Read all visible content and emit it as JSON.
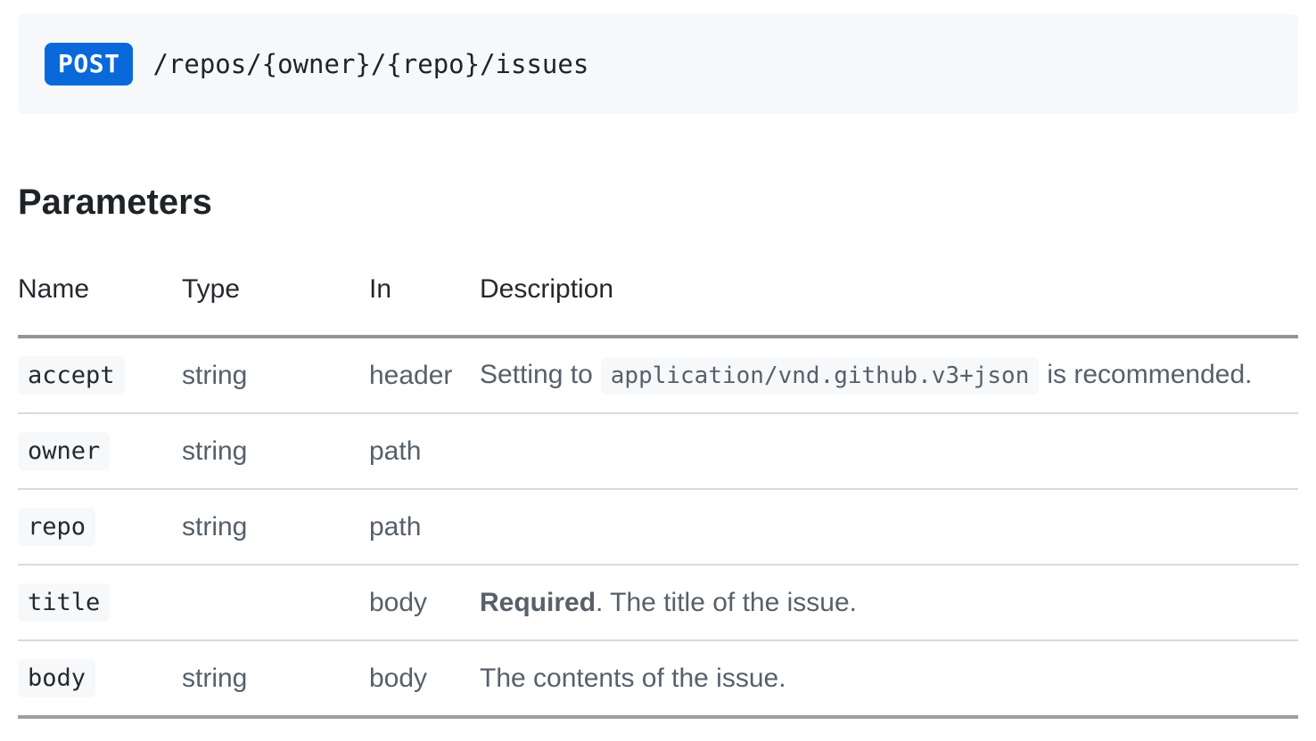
{
  "endpoint": {
    "method": "POST",
    "path": "/repos/{owner}/{repo}/issues"
  },
  "parameters_section": {
    "heading": "Parameters"
  },
  "table": {
    "headers": {
      "name": "Name",
      "type": "Type",
      "in": "In",
      "description": "Description"
    },
    "rows": [
      {
        "name": "accept",
        "type": "string",
        "in": "header",
        "desc_prefix": "Setting to",
        "desc_code": "application/vnd.github.v3+json",
        "desc_suffix": "is recommended."
      },
      {
        "name": "owner",
        "type": "string",
        "in": "path",
        "desc_text": ""
      },
      {
        "name": "repo",
        "type": "string",
        "in": "path",
        "desc_text": ""
      },
      {
        "name": "title",
        "type": "",
        "in": "body",
        "desc_bold": "Required",
        "desc_rest": ". The title of the issue."
      },
      {
        "name": "body",
        "type": "string",
        "in": "body",
        "desc_text": "The contents of the issue."
      }
    ]
  },
  "colors": {
    "method_badge_bg": "#0969da",
    "method_badge_text": "#ffffff",
    "panel_bg": "#f6f8fa",
    "chip_bg": "#f6f8fa",
    "heading_text": "#1f2328",
    "cell_text": "#57606a",
    "header_border": "#90969c",
    "row_border": "#d6dade"
  }
}
